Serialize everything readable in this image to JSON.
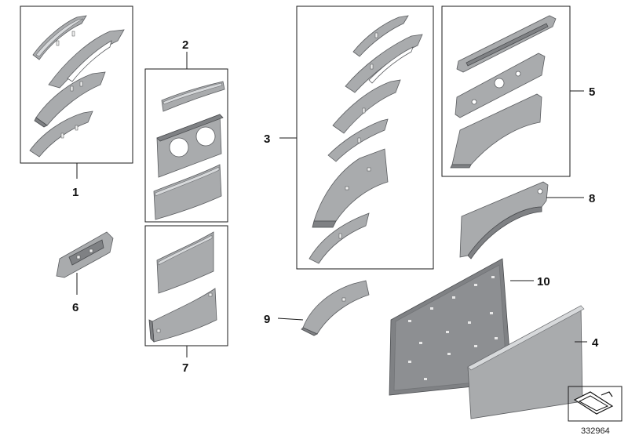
{
  "callouts": {
    "c1": "1",
    "c2": "2",
    "c3": "3",
    "c4": "4",
    "c5": "5",
    "c6": "6",
    "c7": "7",
    "c8": "8",
    "c9": "9",
    "c10": "10"
  },
  "catalog_number": "332964",
  "colors": {
    "part_fill": "#a9abad",
    "part_dark": "#7f8184",
    "outline": "#1a1a1a"
  },
  "icons": [
    "direction-arrow-icon"
  ]
}
